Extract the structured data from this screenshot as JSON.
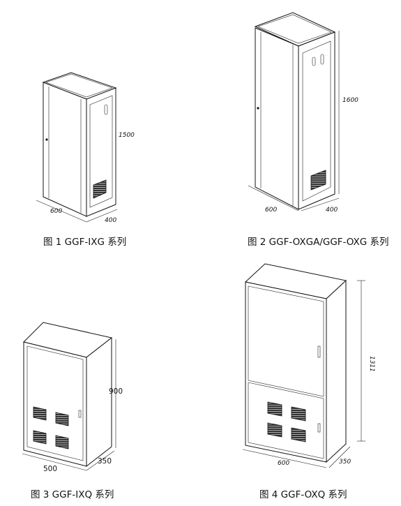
{
  "figures": [
    {
      "caption": "图 1  GGF-IXG 系列",
      "dims": {
        "height": "1500",
        "width": "600",
        "depth": "400"
      }
    },
    {
      "caption": "图 2  GGF-OXGA/GGF-OXG 系列",
      "dims": {
        "height": "1600",
        "width": "600",
        "depth": "400"
      }
    },
    {
      "caption": "图 3   GGF-IXQ 系列",
      "dims": {
        "height": "900",
        "width": "500",
        "depth": "350"
      }
    },
    {
      "caption": "图 4   GGF-OXQ 系列",
      "dims": {
        "height": "1311",
        "width": "600",
        "depth": "350"
      }
    }
  ]
}
